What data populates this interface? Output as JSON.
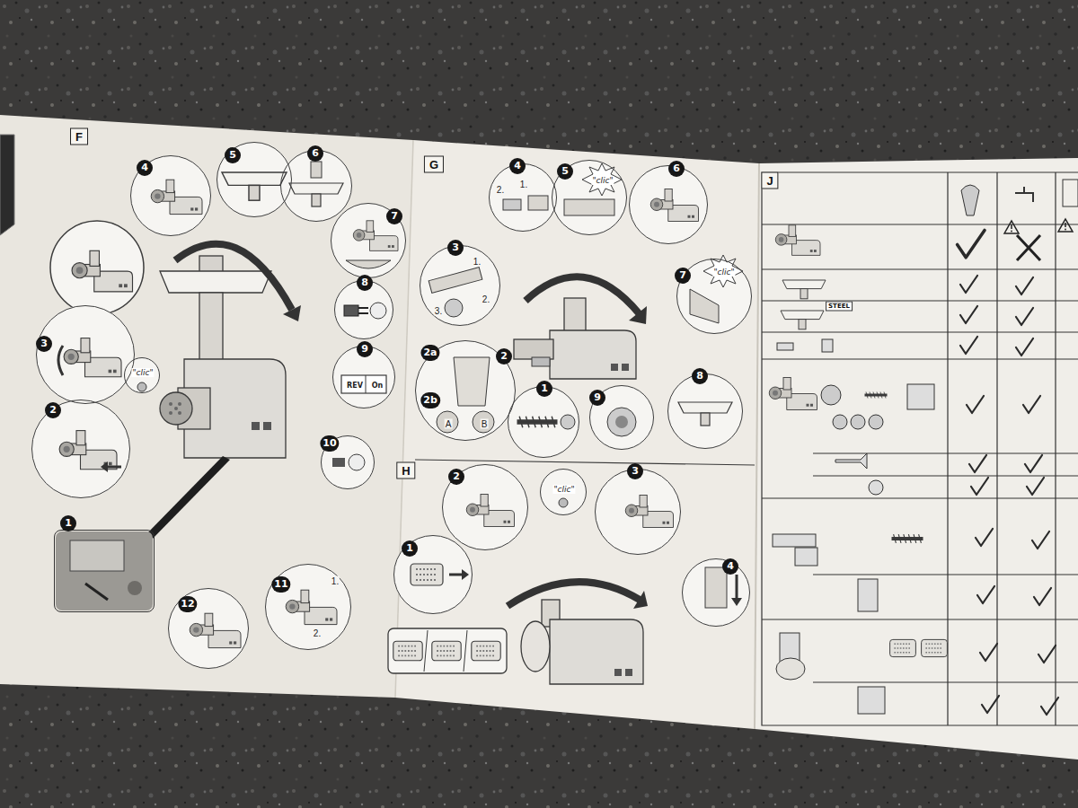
{
  "diagram": {
    "nodes": [
      {
        "text": [
          "F"
        ]
      },
      {
        "text": [
          "1"
        ],
        "in": 0
      },
      {
        "text": [
          "2"
        ],
        "in": 0
      },
      {
        "text": [
          "3"
        ],
        "in": 0
      },
      {
        "text": [
          "\"clic\""
        ],
        "in": 0
      },
      {
        "text": [
          "4"
        ],
        "in": 0
      },
      {
        "text": [
          "5"
        ],
        "in": 0
      },
      {
        "text": [
          "6"
        ],
        "in": 0
      },
      {
        "text": [
          "7"
        ],
        "in": 0
      },
      {
        "text": [
          "8"
        ],
        "in": 0
      },
      {
        "text": [
          "9",
          "REV",
          "On"
        ],
        "in": 0
      },
      {
        "text": [
          "10"
        ],
        "in": 0
      },
      {
        "text": [
          "11",
          "1.",
          "2."
        ],
        "in": 0
      },
      {
        "text": [
          "12"
        ],
        "in": 0
      },
      {
        "text": [
          "G"
        ]
      },
      {
        "text": [
          "1"
        ],
        "in": 14
      },
      {
        "text": [
          "2",
          "2a",
          "2b",
          "A",
          "B"
        ],
        "in": 14
      },
      {
        "text": [
          "3",
          "1.",
          "2.",
          "3."
        ],
        "in": 14
      },
      {
        "text": [
          "4",
          "2.",
          "1."
        ],
        "in": 14
      },
      {
        "text": [
          "5",
          "\"clic\""
        ],
        "in": 14
      },
      {
        "text": [
          "6"
        ],
        "in": 14
      },
      {
        "text": [
          "7",
          "\"clic\""
        ],
        "in": 14
      },
      {
        "text": [
          "8"
        ],
        "in": 14
      },
      {
        "text": [
          "9"
        ],
        "in": 14
      },
      {
        "text": [
          "H"
        ]
      },
      {
        "text": [
          "1"
        ],
        "in": 24
      },
      {
        "text": [
          "\"clic\""
        ],
        "in": 24
      },
      {
        "text": [
          "2"
        ],
        "in": 24
      },
      {
        "text": [
          "3"
        ],
        "in": 24
      },
      {
        "text": [
          "4"
        ],
        "in": 24
      },
      {
        "text": [
          "J"
        ]
      }
    ],
    "labels": [
      "STEEL"
    ]
  }
}
